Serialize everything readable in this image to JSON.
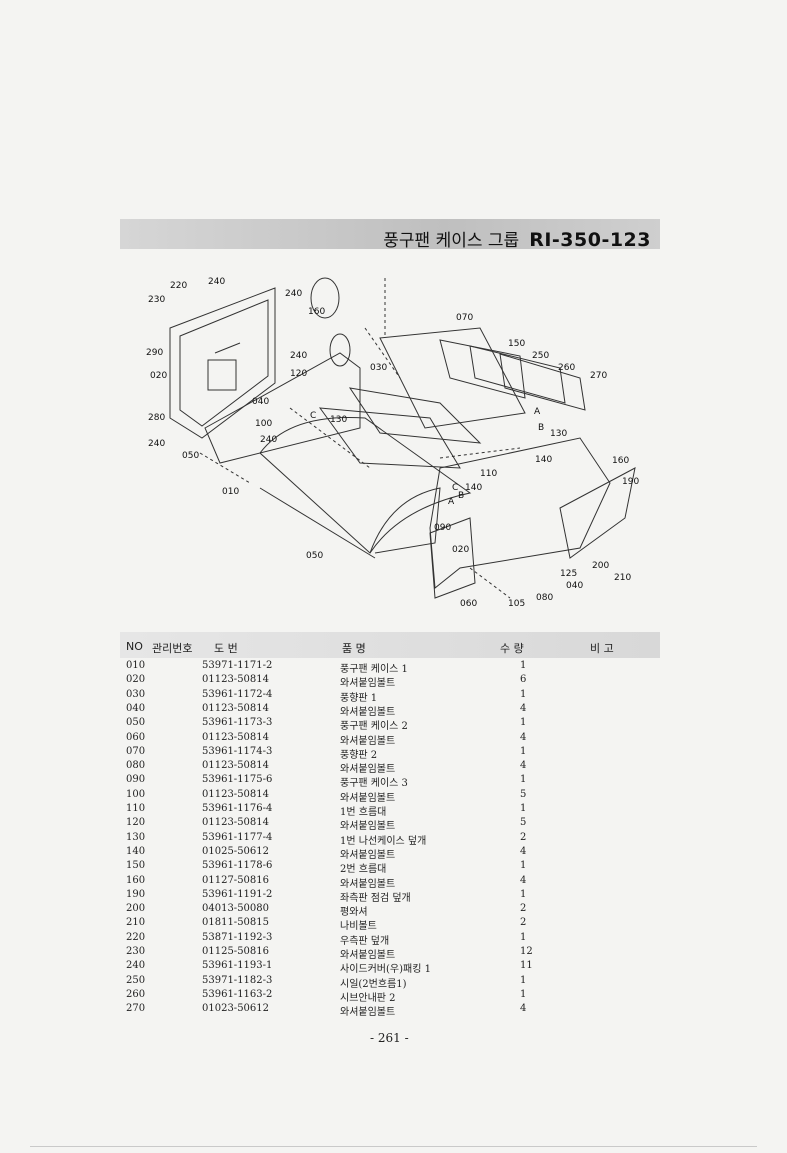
{
  "header": {
    "title": "풍구팬 케이스 그룹",
    "code": "RI-350-123"
  },
  "diagram": {
    "callouts": [
      "220",
      "240",
      "230",
      "240",
      "160",
      "070",
      "290",
      "240",
      "020",
      "120",
      "150",
      "250",
      "030",
      "260",
      "270",
      "040",
      "280",
      "100",
      "130",
      "240",
      "240",
      "050",
      "C",
      "A",
      "130",
      "B",
      "140",
      "C",
      "160",
      "010",
      "110",
      "190",
      "140",
      "B",
      "A",
      "090",
      "020",
      "050",
      "200",
      "125",
      "210",
      "040",
      "080",
      "060",
      "105"
    ]
  },
  "table": {
    "headers": {
      "no": "NO",
      "mgmt": "관리번호",
      "drawing": "도   번",
      "name": "품         명",
      "qty": "수   량",
      "note": "비  고"
    },
    "rows": [
      {
        "no": "010",
        "drawing": "53971-1171-2",
        "name": "풍구팬 케이스 1",
        "qty": "1"
      },
      {
        "no": "020",
        "drawing": "01123-50814",
        "name": "와셔붙임볼트",
        "qty": "6"
      },
      {
        "no": "030",
        "drawing": "53961-1172-4",
        "name": "풍향판 1",
        "qty": "1"
      },
      {
        "no": "040",
        "drawing": "01123-50814",
        "name": "와셔붙임볼트",
        "qty": "4"
      },
      {
        "no": "050",
        "drawing": "53961-1173-3",
        "name": "풍구팬 케이스 2",
        "qty": "1"
      },
      {
        "no": "060",
        "drawing": "01123-50814",
        "name": "와셔붙임볼트",
        "qty": "4"
      },
      {
        "no": "070",
        "drawing": "53961-1174-3",
        "name": "풍향판 2",
        "qty": "1"
      },
      {
        "no": "080",
        "drawing": "01123-50814",
        "name": "와셔붙임볼트",
        "qty": "4"
      },
      {
        "no": "090",
        "drawing": "53961-1175-6",
        "name": "풍구팬 케이스 3",
        "qty": "1"
      },
      {
        "no": "100",
        "drawing": "01123-50814",
        "name": "와셔붙임볼트",
        "qty": "5"
      },
      {
        "no": "110",
        "drawing": "53961-1176-4",
        "name": "1번 흐름대",
        "qty": "1"
      },
      {
        "no": "120",
        "drawing": "01123-50814",
        "name": "와셔붙임볼트",
        "qty": "5"
      },
      {
        "no": "130",
        "drawing": "53961-1177-4",
        "name": "1번 나선케이스 덮개",
        "qty": "2"
      },
      {
        "no": "140",
        "drawing": "01025-50612",
        "name": "와셔붙임볼트",
        "qty": "4"
      },
      {
        "no": "150",
        "drawing": "53961-1178-6",
        "name": "2번 흐름대",
        "qty": "1"
      },
      {
        "no": "160",
        "drawing": "01127-50816",
        "name": "와셔붙임볼트",
        "qty": "4"
      },
      {
        "no": "190",
        "drawing": "53961-1191-2",
        "name": "좌측판 점검 덮개",
        "qty": "1"
      },
      {
        "no": "200",
        "drawing": "04013-50080",
        "name": "평와셔",
        "qty": "2"
      },
      {
        "no": "210",
        "drawing": "01811-50815",
        "name": "나비볼트",
        "qty": "2"
      },
      {
        "no": "220",
        "drawing": "53871-1192-3",
        "name": "우측판 덮개",
        "qty": "1"
      },
      {
        "no": "230",
        "drawing": "01125-50816",
        "name": "와셔붙임볼트",
        "qty": "12"
      },
      {
        "no": "240",
        "drawing": "53961-1193-1",
        "name": "사이드커버(우)패킹 1",
        "qty": "11"
      },
      {
        "no": "250",
        "drawing": "53971-1182-3",
        "name": "시일(2번흐름1)",
        "qty": "1"
      },
      {
        "no": "260",
        "drawing": "53961-1163-2",
        "name": "시브안내판 2",
        "qty": "1"
      },
      {
        "no": "270",
        "drawing": "01023-50612",
        "name": "와셔붙임볼트",
        "qty": "4"
      }
    ]
  },
  "footer": {
    "page_number": "- 261 -"
  }
}
